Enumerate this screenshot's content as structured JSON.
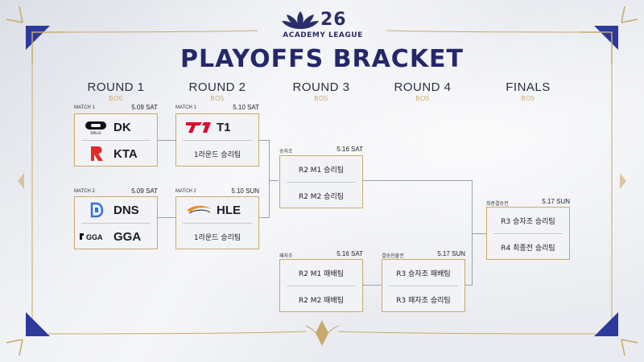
{
  "logo": {
    "number": "26",
    "subtitle": "ACADEMY LEAGUE"
  },
  "title": "PLAYOFFS BRACKET",
  "rounds": [
    {
      "name": "ROUND 1",
      "format": "BO5"
    },
    {
      "name": "ROUND 2",
      "format": "BO5"
    },
    {
      "name": "ROUND 3",
      "format": "BO5"
    },
    {
      "name": "ROUND 4",
      "format": "BO5"
    },
    {
      "name": "FINALS",
      "format": "BO5"
    }
  ],
  "matches": {
    "r1m1": {
      "label": "MATCH 1",
      "date": "5.09 SAT",
      "team1": "DK",
      "team2": "KTA"
    },
    "r1m2": {
      "label": "MATCH 2",
      "date": "5.09 SAT",
      "team1": "DNS",
      "team2": "GGA"
    },
    "r2m1": {
      "label": "MATCH 1",
      "date": "5.10 SAT",
      "team1": "T1",
      "team2": "1라운드 승리팀"
    },
    "r2m2": {
      "label": "MATCH 2",
      "date": "5.10 SUN",
      "team1": "HLE",
      "team2": "1라운드 승리팀"
    },
    "r3w": {
      "label": "승자조",
      "date": "5.16 SAT",
      "team1": "R2 M1 승리팀",
      "team2": "R2 M2 승리팀"
    },
    "r3l": {
      "label": "패자조",
      "date": "5.16 SAT",
      "team1": "R2 M1 패배팀",
      "team2": "R2 M2 패배팀"
    },
    "r4": {
      "label": "결승진출전",
      "date": "5.17 SUN",
      "team1": "R3 승자조 패배팀",
      "team2": "R3 패자조 승리팀"
    },
    "final": {
      "label": "최종결승전",
      "date": "5.17 SUN",
      "team1": "R3 승자조 승리팀",
      "team2": "R4 최종전 승리팀"
    }
  },
  "team_logos": {
    "dk_sub": "DPLUS",
    "gga": "GGA"
  },
  "colors": {
    "gold": "#c7a96b",
    "navy": "#24286a",
    "accent_blue": "#2d3a9c",
    "t1_red": "#e2012d",
    "kta_red": "#e02b2b"
  }
}
